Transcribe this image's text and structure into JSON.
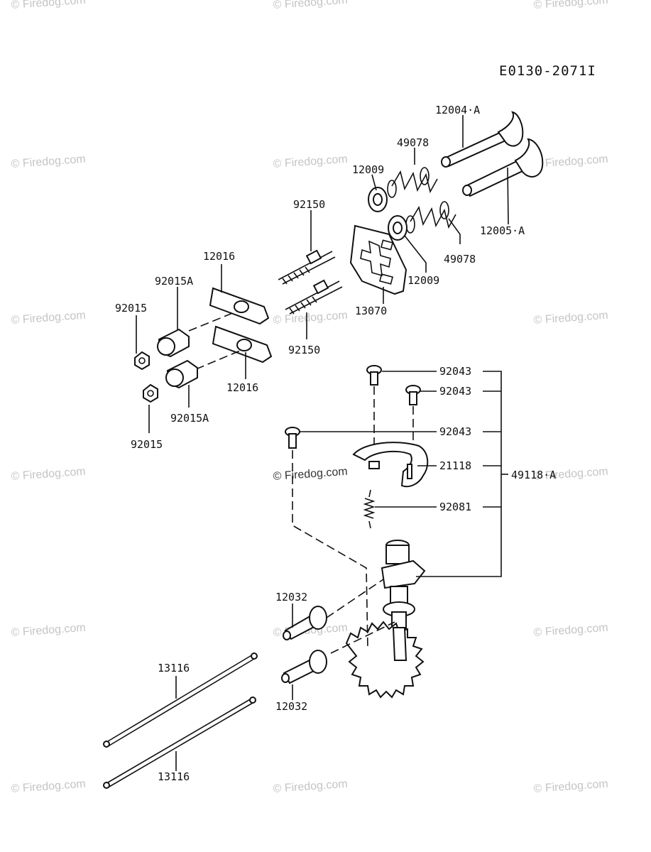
{
  "diagram_code": "E0130-2071I",
  "watermark_text": "© Firedog.com",
  "parts": {
    "p12004A": "12004·A",
    "p49078a": "49078",
    "p12009a": "12009",
    "p12005A": "12005·A",
    "p49078b": "49078",
    "p12009b": "12009",
    "p13070": "13070",
    "p92150a": "92150",
    "p92150b": "92150",
    "p12016a": "12016",
    "p12016b": "12016",
    "p92015Aa": "92015A",
    "p92015Ab": "92015A",
    "p92015a": "92015",
    "p92015b": "92015",
    "p92043a": "92043",
    "p92043b": "92043",
    "p92043c": "92043",
    "p21118": "21118",
    "p92081": "92081",
    "p49118A": "49118·A",
    "p12032a": "12032",
    "p12032b": "12032",
    "p13116a": "13116",
    "p13116b": "13116"
  }
}
